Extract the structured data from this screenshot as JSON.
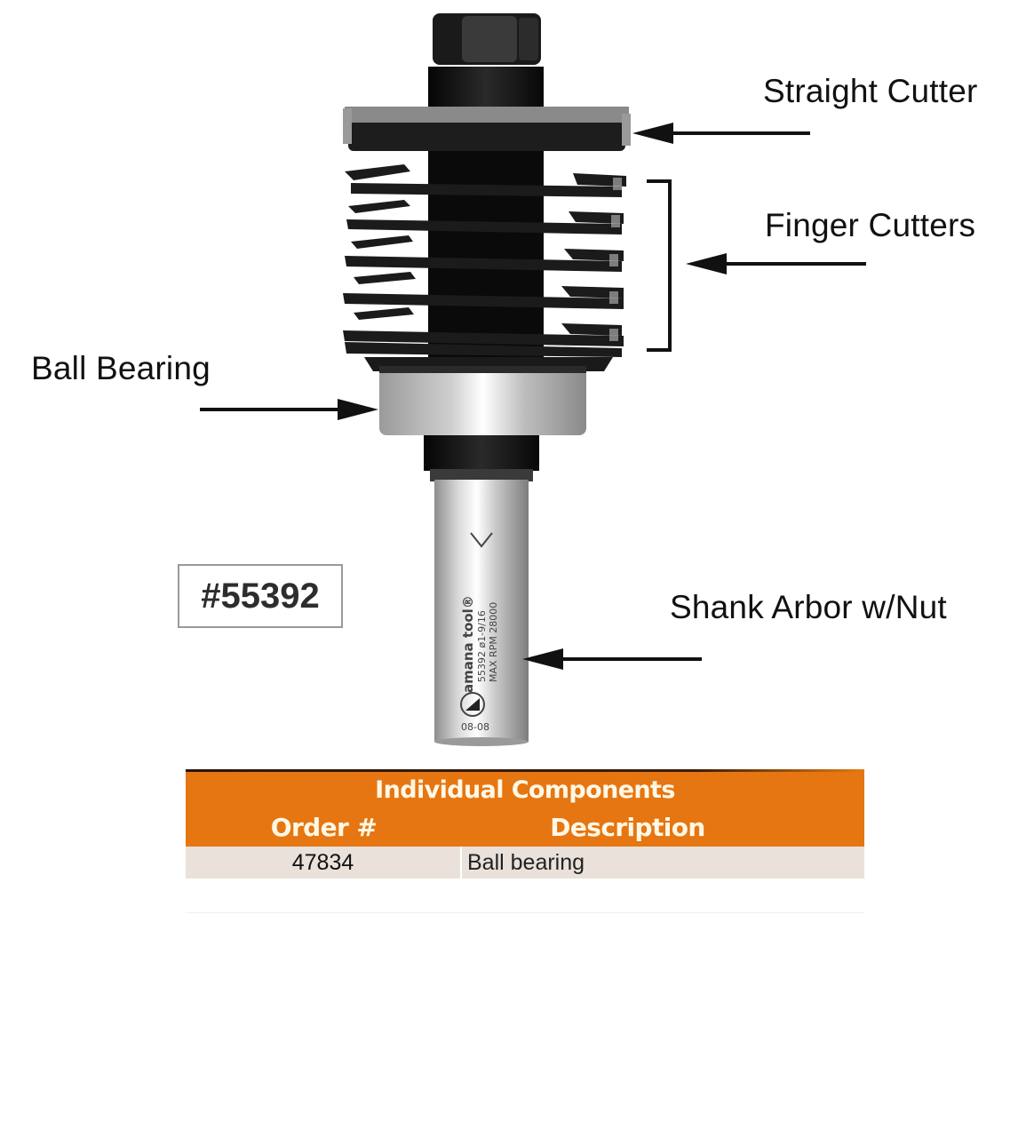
{
  "product": {
    "part_number": "#55392",
    "shank_engraving": {
      "brand": "Amana Tool",
      "line1": "55392  ø1-9/16",
      "line2": "MAX RPM 28000",
      "date_code": "08-08"
    }
  },
  "callouts": [
    {
      "id": "straight-cutter",
      "label": "Straight Cutter",
      "arrow_direction": "left"
    },
    {
      "id": "finger-cutters",
      "label": "Finger Cutters",
      "arrow_direction": "left",
      "bracket": true
    },
    {
      "id": "ball-bearing",
      "label": "Ball Bearing",
      "arrow_direction": "right"
    },
    {
      "id": "shank-arbor",
      "label": "Shank Arbor w/Nut",
      "arrow_direction": "left"
    }
  ],
  "components_table": {
    "title": "Individual Components",
    "columns": [
      "Order #",
      "Description"
    ],
    "rows": [
      {
        "order": "47834",
        "description": "Ball bearing"
      }
    ],
    "colors": {
      "header_bg": "#e67611",
      "header_text": "#fff8e6",
      "row_bg": "#e9e1da"
    }
  }
}
